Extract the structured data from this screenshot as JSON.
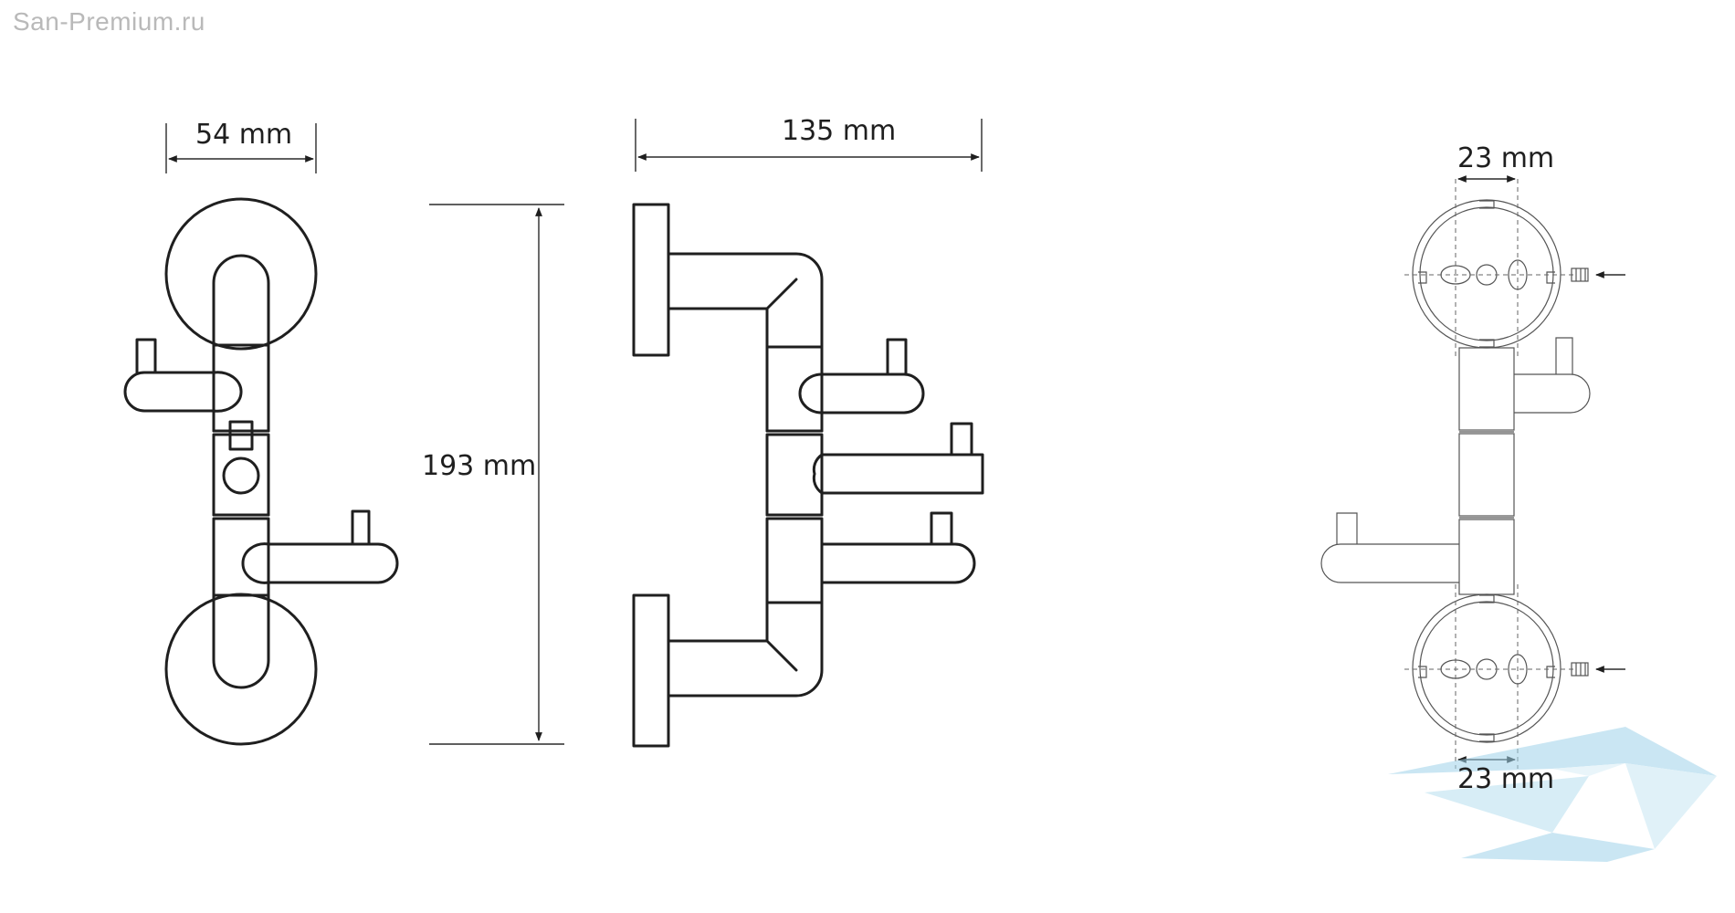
{
  "watermark": "San-Premium.ru",
  "dimensions": {
    "width": "54 mm",
    "depth": "135 mm",
    "height": "193 mm",
    "screw_top": "23 mm",
    "screw_bottom": "23 mm"
  },
  "colors": {
    "line": "#1f1f1f",
    "watermark_text": "#b9b9b9",
    "logo": "#9fd3ea"
  },
  "logo": {
    "icon": "bathtub-logo-icon"
  }
}
